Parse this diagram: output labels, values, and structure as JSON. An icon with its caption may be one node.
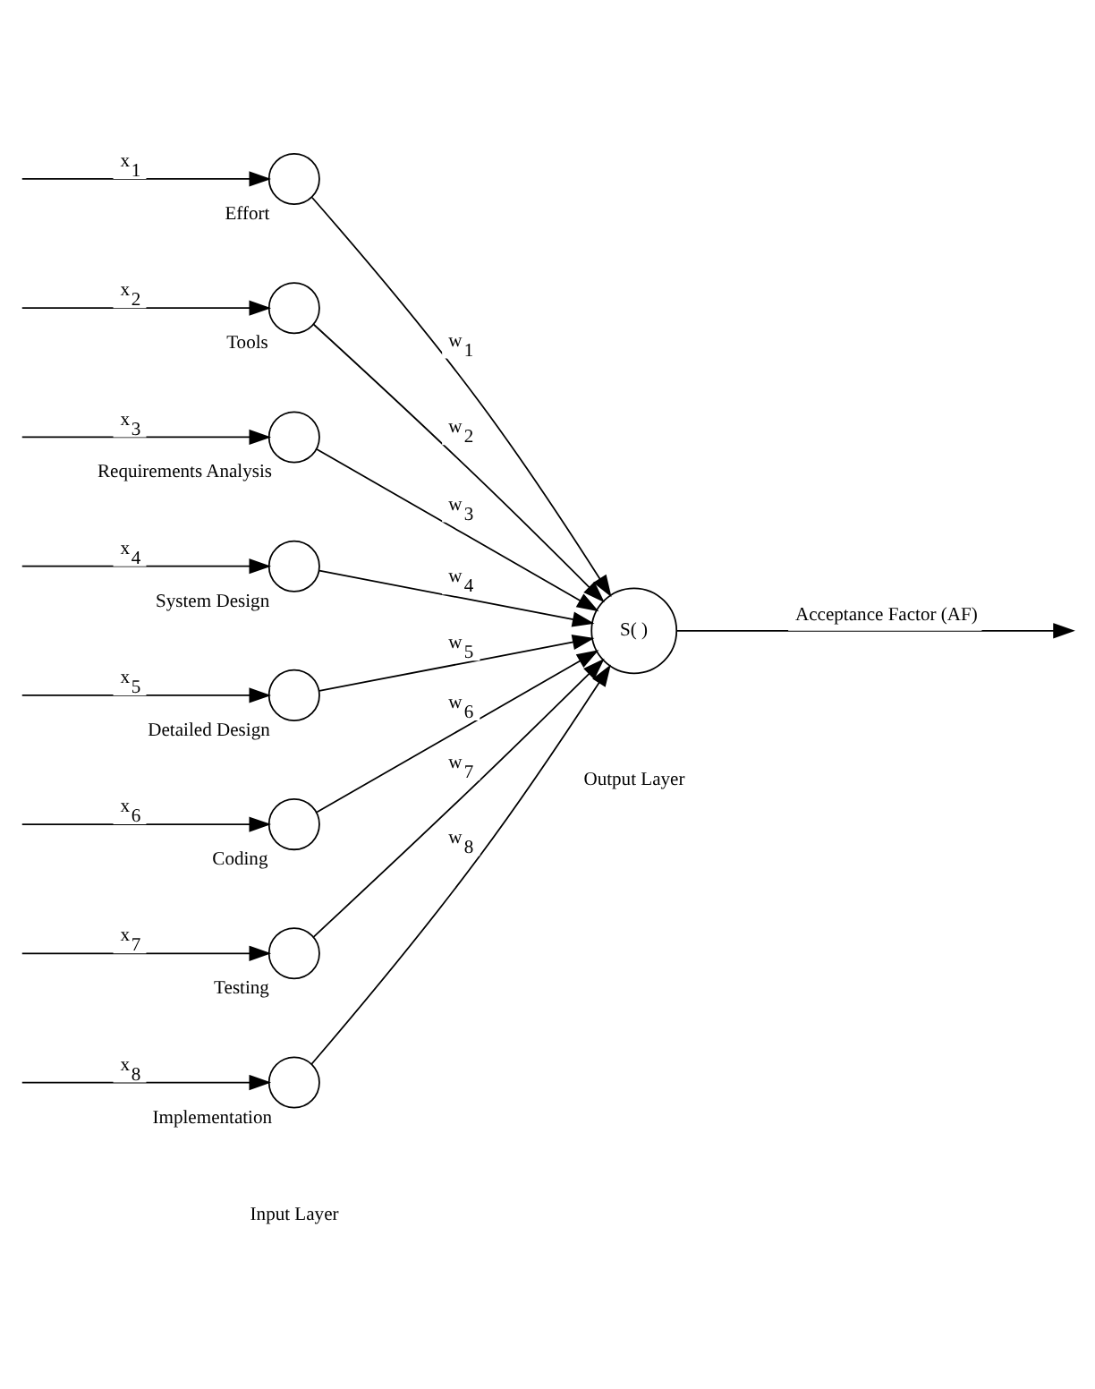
{
  "diagram": {
    "nodes": [
      {
        "text": [
          "Effort"
        ]
      },
      {
        "text": [
          "Tools"
        ]
      },
      {
        "text": [
          "Requirements Analysis"
        ]
      },
      {
        "text": [
          "System Design"
        ]
      },
      {
        "text": [
          "Detailed Design"
        ]
      },
      {
        "text": [
          "Coding"
        ]
      },
      {
        "text": [
          "Testing"
        ]
      },
      {
        "text": [
          "Implementation"
        ]
      },
      {
        "text": [
          "S( )"
        ]
      }
    ],
    "edges": [
      {
        "from": null,
        "to": 0,
        "arrow": "to",
        "label": "x$_{1}$"
      },
      {
        "from": null,
        "to": 1,
        "arrow": "to",
        "label": "x$_{2}$"
      },
      {
        "from": null,
        "to": 2,
        "arrow": "to",
        "label": "x$_{3}$"
      },
      {
        "from": null,
        "to": 3,
        "arrow": "to",
        "label": "x$_{4}$"
      },
      {
        "from": null,
        "to": 4,
        "arrow": "to",
        "label": "x$_{5}$"
      },
      {
        "from": null,
        "to": 5,
        "arrow": "to",
        "label": "x$_{6}$"
      },
      {
        "from": null,
        "to": 6,
        "arrow": "to",
        "label": "x$_{7}$"
      },
      {
        "from": null,
        "to": 7,
        "arrow": "to",
        "label": "x$_{8}$"
      },
      {
        "from": 0,
        "to": 8,
        "arrow": "to",
        "label": "w$_{1}$"
      },
      {
        "from": 1,
        "to": 8,
        "arrow": "to",
        "label": "w$_{2}$"
      },
      {
        "from": 2,
        "to": 8,
        "arrow": "to",
        "label": "w$_{3}$"
      },
      {
        "from": 3,
        "to": 8,
        "arrow": "to",
        "label": "w$_{4}$"
      },
      {
        "from": 4,
        "to": 8,
        "arrow": "to",
        "label": "w$_{5}$"
      },
      {
        "from": 5,
        "to": 8,
        "arrow": "to",
        "label": "w$_{6}$"
      },
      {
        "from": 6,
        "to": 8,
        "arrow": "to",
        "label": "w$_{7}$"
      },
      {
        "from": 7,
        "to": 8,
        "arrow": "to",
        "label": "w$_{8}$"
      },
      {
        "from": 8,
        "to": null,
        "arrow": "to",
        "label": "Acceptance Factor (AF)"
      }
    ],
    "labels": [
      "Output Layer",
      "Input Layer"
    ]
  }
}
